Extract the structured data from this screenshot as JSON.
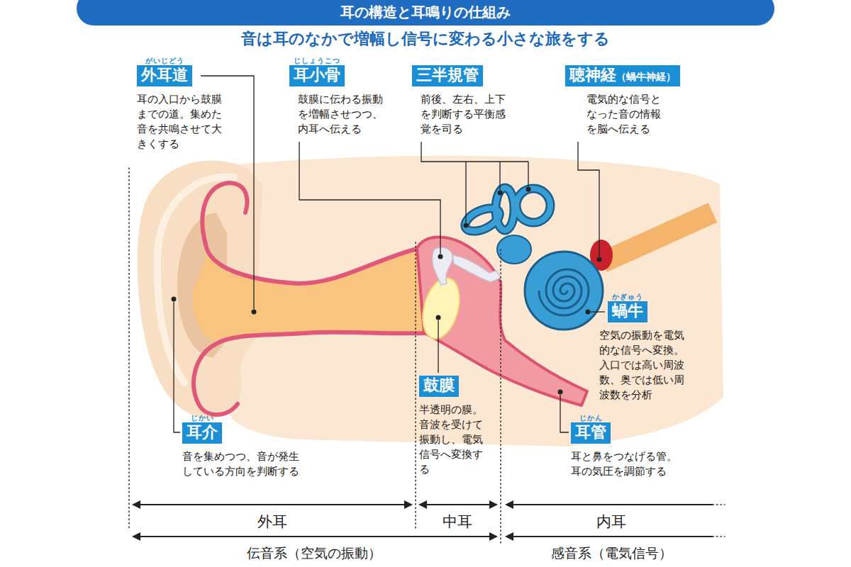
{
  "diagram": {
    "title": "耳の構造と耳鳴りの仕組み",
    "nodes": [
      {
        "text": [
          "がいじどう",
          "外耳道",
          "耳の入口から鼓膜 までの道。集めた 音を共鳴させて大 きくする"
        ]
      },
      {
        "text": [
          "じしょうこつ",
          "耳小骨",
          "鼓膜に伝わる振動 を増幅させつつ、 内耳へ伝える"
        ]
      },
      {
        "text": [
          "三半規管",
          "前後、左右、上下 を判断する平衡感 覚を司る"
        ]
      },
      {
        "text": [
          "聴神経",
          "（蝸牛神経）",
          "電気的な信号と なった音の情報 を脳へ伝える"
        ]
      },
      {
        "text": [
          "かぎゅう",
          "蝸牛",
          "空気の振動を電気 的な信号へ変換。 入口では高い周波 数、奥では低い周 波数を分析"
        ]
      },
      {
        "text": [
          "鼓膜",
          "半透明の膜。 音波を受けて 振動し、電気 信号へ変換す る"
        ]
      },
      {
        "text": [
          "じかい",
          "耳介",
          "音を集めつつ、音が発生 している方向を判断する"
        ]
      },
      {
        "text": [
          "じかん",
          "耳管",
          "耳と鼻をつなげる管。 耳の気圧を調節する"
        ]
      }
    ],
    "labels": [
      "音は耳のなかで増幅し信号に変わる小さな旅をする",
      "外耳",
      "中耳",
      "内耳",
      "伝音系（空気の振動）",
      "感音系（電気信号）"
    ]
  }
}
